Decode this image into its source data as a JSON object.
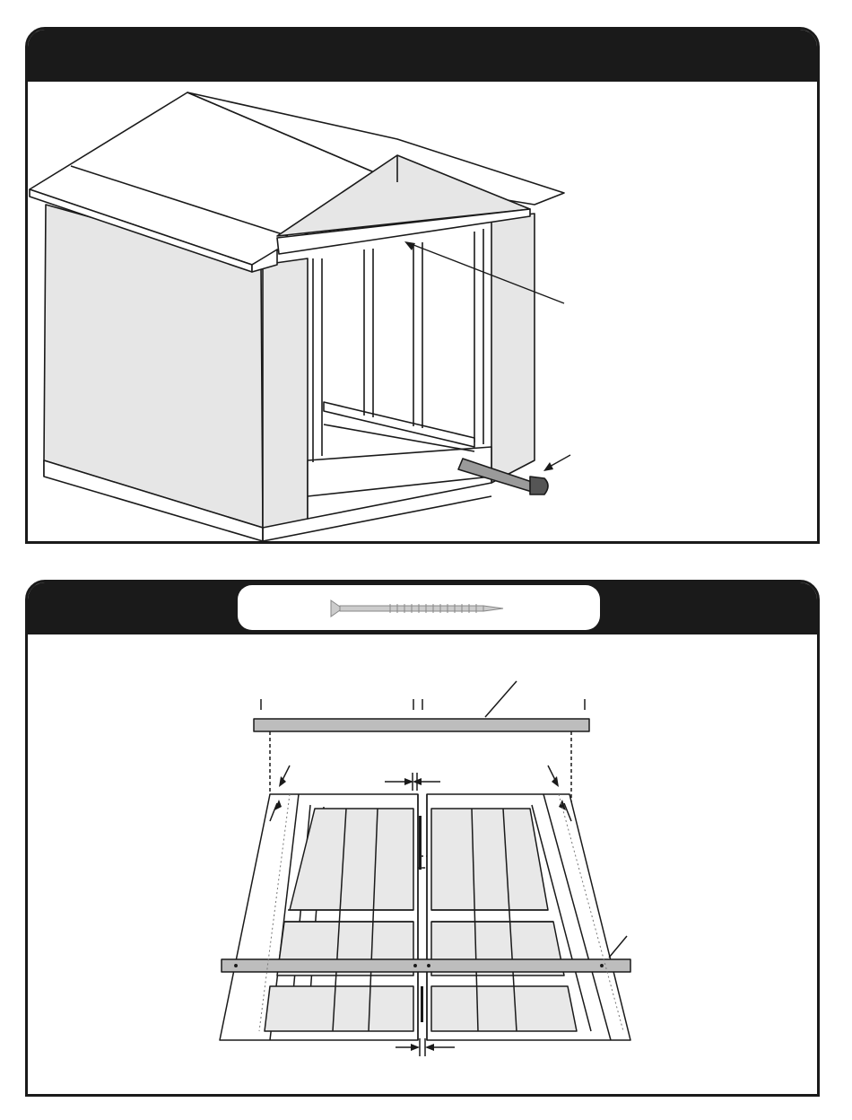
{
  "panels": [
    {
      "id": "shed-assembly-view",
      "header_text": "",
      "illustration": "shed-with-gable-roof-and-saw-cutting-floor-bottom",
      "callouts": [
        "gable-header-arrow",
        "saw-arrow"
      ]
    },
    {
      "id": "floor-frame-view",
      "header_text": "",
      "fastener_icon": "screw-icon",
      "illustration": "floor-panels-with-top-and-bottom-boards",
      "callouts": [
        "top-board-leader",
        "bottom-board-leader",
        "top-gap-arrows",
        "bottom-gap-arrows",
        "left-corner-arrows",
        "right-corner-arrows"
      ]
    }
  ],
  "colors": {
    "frame": "#1a1a1a",
    "wall_fill": "#e6e6e6",
    "board_fill": "#bdbdbd",
    "panel_fill": "#e8e8e8"
  }
}
